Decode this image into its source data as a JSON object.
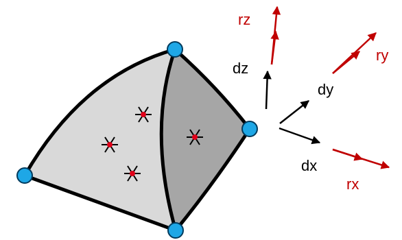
{
  "labels": {
    "dz": "dz",
    "dy": "dy",
    "dx": "dx",
    "rz": "rz",
    "ry": "ry",
    "rx": "rx"
  },
  "colors": {
    "face_light": "#d9d9d9",
    "face_dark": "#a6a6a6",
    "edge": "#000000",
    "node_fill": "#1ea7e6",
    "node_stroke": "#003a5c",
    "gauss_point": "#e0001a",
    "displacement_arrow": "#000000",
    "rotation_arrow": "#c00000"
  },
  "icons": {
    "node": "circle-node-icon",
    "integration_point": "asterisk-star-icon",
    "arrowhead": "triangle-arrowhead-icon"
  }
}
